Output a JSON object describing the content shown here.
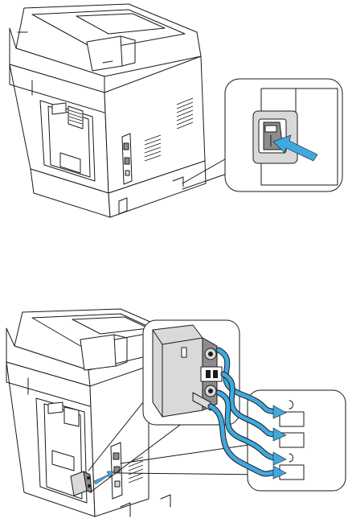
{
  "colors": {
    "arrow": "#3fa9e0",
    "arrow_light": "#8fd3f4",
    "line": "#1a1a1a",
    "fill_light": "#d9d9d9",
    "fill_dark": "#8c8c8c"
  },
  "panels": [
    {
      "step": "top",
      "callout": "power-switch-detail",
      "icon": "power-switch-icon"
    },
    {
      "step": "bottom",
      "callout": "connector-module-detail",
      "icon": "wiring-arrows-icon"
    }
  ]
}
